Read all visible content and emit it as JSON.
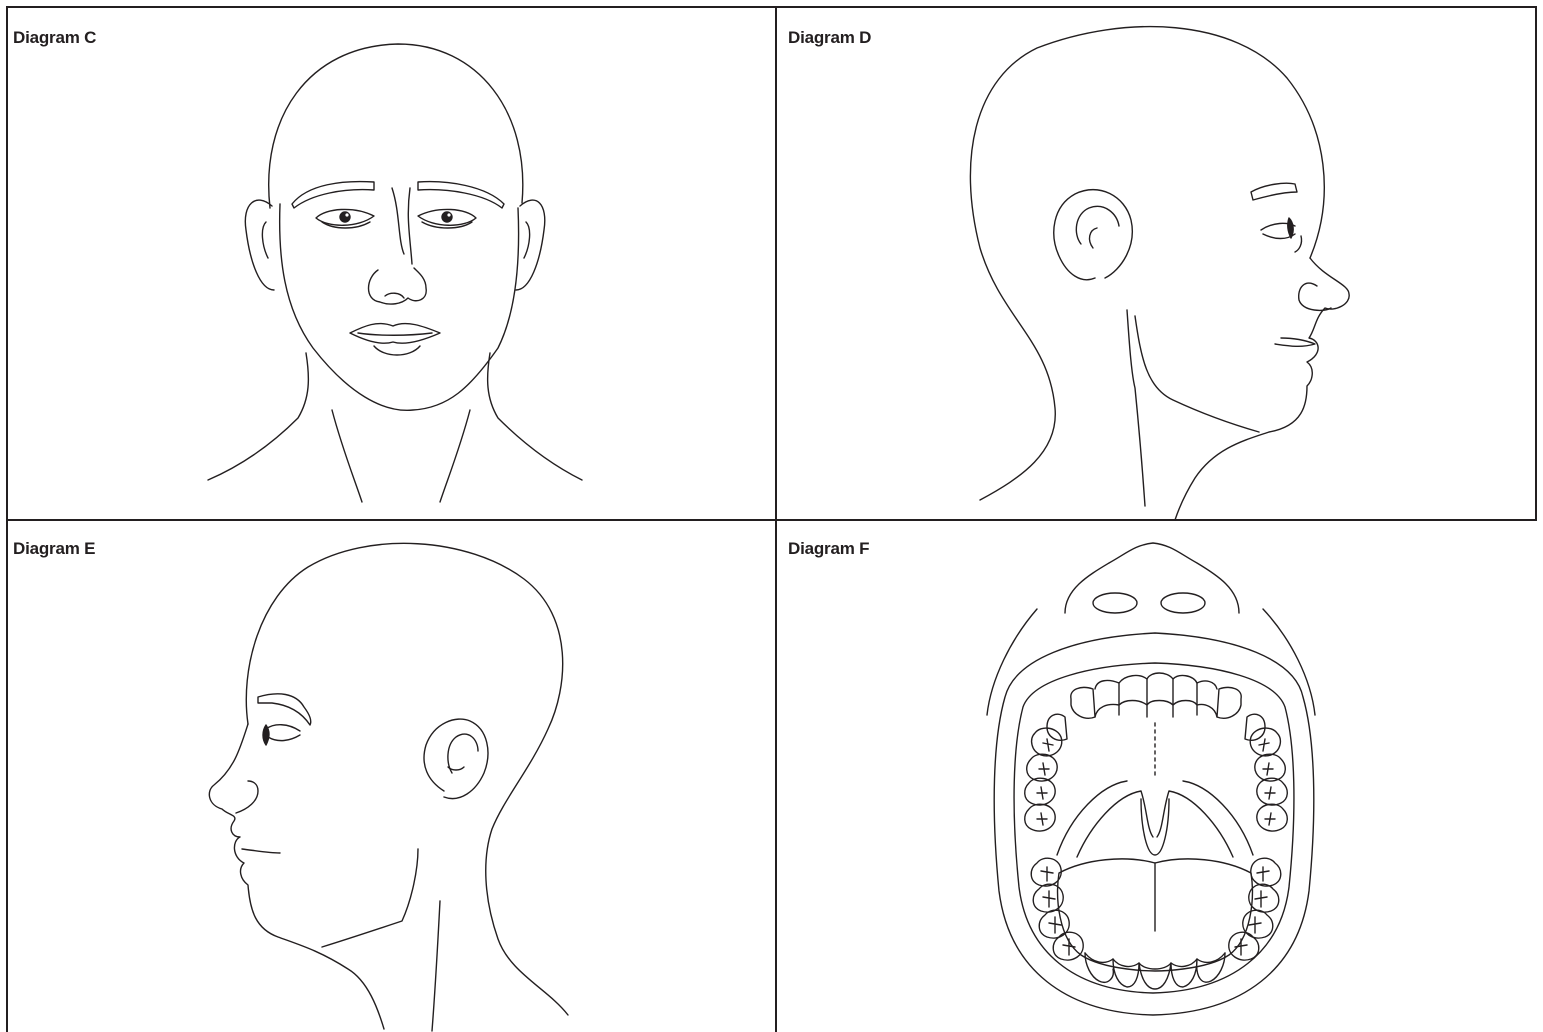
{
  "panels": {
    "c": {
      "label": "Diagram C"
    },
    "d": {
      "label": "Diagram D"
    },
    "e": {
      "label": "Diagram E"
    },
    "f": {
      "label": "Diagram F"
    }
  },
  "colors": {
    "line": "#231f20",
    "background": "#ffffff"
  }
}
